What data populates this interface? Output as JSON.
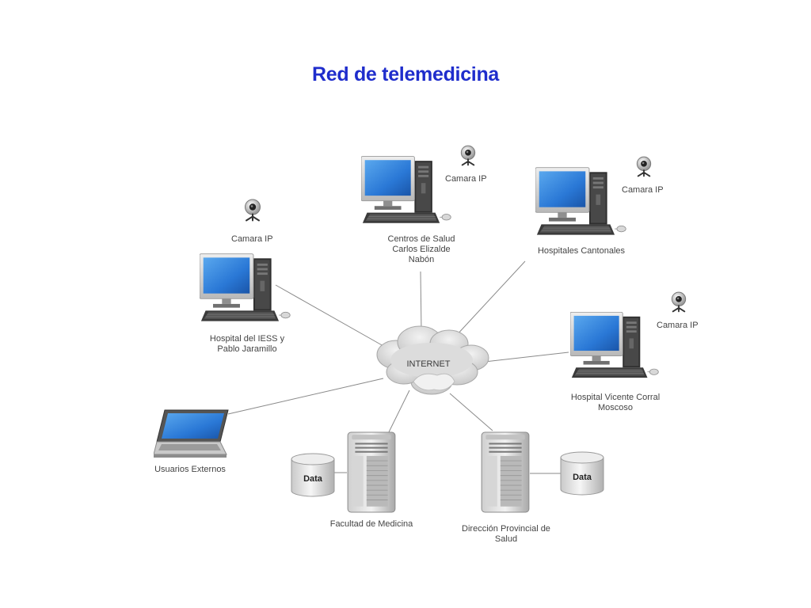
{
  "title": "Red de telemedicina",
  "cloud_label": "INTERNET",
  "camera_label": "Camara IP",
  "data_label": "Data",
  "nodes": {
    "centros": [
      "Centros de Salud",
      "Carlos Elizalde",
      "Nabón"
    ],
    "cantonales": [
      "Hospitales Cantonales"
    ],
    "iess": [
      "Hospital del IESS y",
      "Pablo Jaramillo"
    ],
    "vicente": [
      "Hospital Vicente Corral",
      "Moscoso"
    ],
    "usuarios": [
      "Usuarios Externos"
    ],
    "facultad": [
      "Facultad de Medicina"
    ],
    "direccion": [
      "Dirección Provincial de",
      "Salud"
    ]
  },
  "colors": {
    "title": "#1f2dcc",
    "line": "#8a8a8a",
    "screen": "#2a78d6",
    "cloud": "#d4d4d4"
  }
}
